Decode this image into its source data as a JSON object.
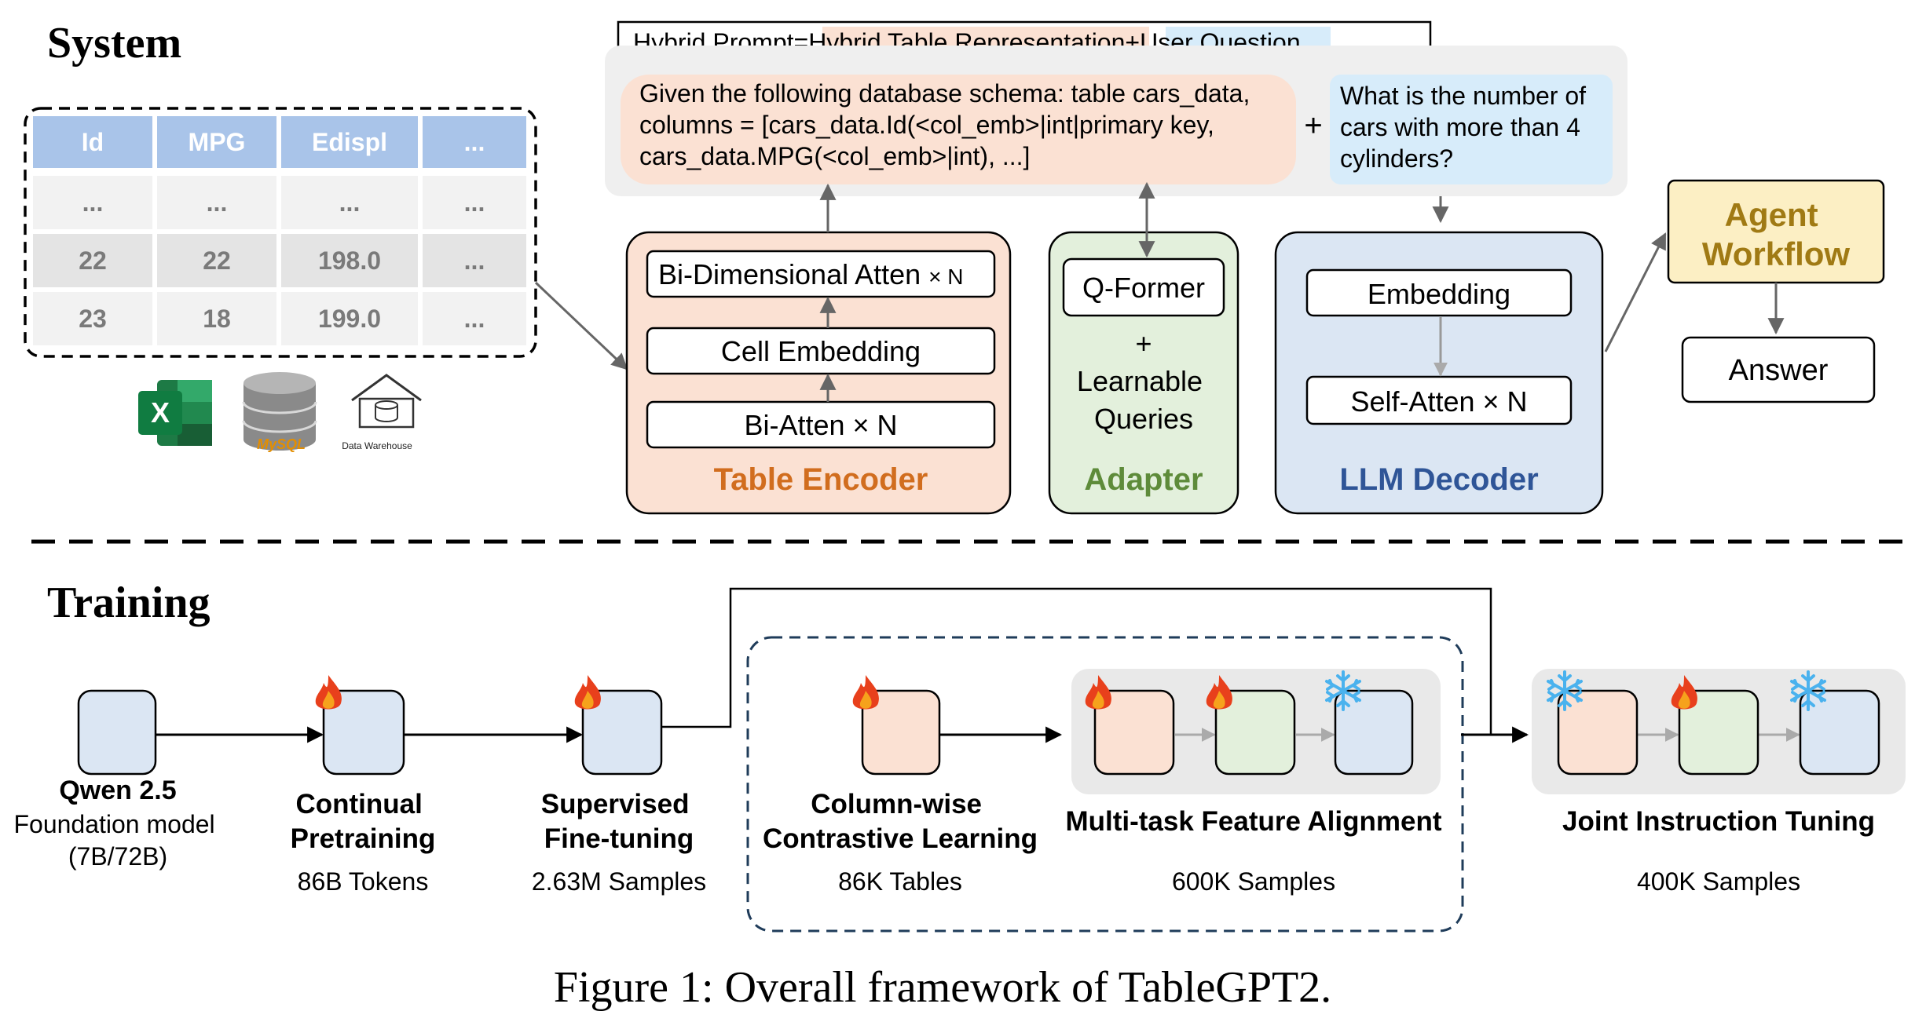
{
  "system": {
    "heading": "System",
    "table": {
      "headers": [
        "Id",
        "MPG",
        "Edispl",
        "..."
      ],
      "rows": [
        [
          "...",
          "...",
          "...",
          "..."
        ],
        [
          "22",
          "22",
          "198.0",
          "..."
        ],
        [
          "23",
          "18",
          "199.0",
          "..."
        ]
      ]
    },
    "sources": {
      "excel_letter": "X",
      "mysql_label": "MySQL",
      "warehouse_label": "Data Warehouse"
    },
    "hybrid_prompt": {
      "prefix": "Hybrid Prompt=",
      "table_part": "Hybrid Table Representation",
      "plus": "+",
      "question_part": "User Question"
    },
    "schema_text": [
      "Given the following database schema: table cars_data,",
      "columns = [cars_data.Id(<col_emb>|int|primary key,",
      "cars_data.MPG(<col_emb>|int), ...]"
    ],
    "plus_sign": "+",
    "question_text": [
      "What is the number of",
      "cars with more than 4",
      "cylinders?"
    ],
    "table_encoder": {
      "title": "Table Encoder",
      "layers": [
        "Bi-Dimensional Atten",
        "Cell Embedding",
        "Bi-Atten × N"
      ],
      "top_suffix": "× N"
    },
    "adapter": {
      "title": "Adapter",
      "qformer": "Q-Former",
      "plus": "+",
      "queries": [
        "Learnable",
        "Queries"
      ]
    },
    "llm_decoder": {
      "title": "LLM Decoder",
      "layers": [
        "Embedding",
        "Self-Atten × N"
      ]
    },
    "agent_workflow": [
      "Agent",
      "Workflow"
    ],
    "answer": "Answer"
  },
  "training": {
    "heading": "Training",
    "stages": [
      {
        "name": [
          "Qwen 2.5"
        ],
        "desc": [
          "Foundation model",
          "(7B/72B)"
        ]
      },
      {
        "name": [
          "Continual",
          "Pretraining"
        ],
        "desc": [
          "86B Tokens"
        ]
      },
      {
        "name": [
          "Supervised",
          "Fine-tuning"
        ],
        "desc": [
          "2.63M Samples"
        ]
      },
      {
        "name": [
          "Column-wise",
          "Contrastive Learning"
        ],
        "desc": [
          "86K Tables"
        ]
      },
      {
        "name": [
          "Multi-task Feature Alignment"
        ],
        "desc": [
          "600K Samples"
        ]
      },
      {
        "name": [
          "Joint Instruction Tuning"
        ],
        "desc": [
          "400K Samples"
        ]
      }
    ]
  },
  "caption": "Figure 1: Overall framework of TableGPT2.",
  "colors": {
    "orange_fill": "#fbe1d3",
    "orange_title": "#d16d1e",
    "green_fill": "#e3f0dc",
    "green_title": "#5e8b3a",
    "blue_fill": "#dbe6f3",
    "blue_title": "#2f5597",
    "table_header": "#a9c4e9",
    "agent_fill": "#fcefc4",
    "agent_title": "#a07a14",
    "question_fill": "#d7ecfa",
    "panel_gray": "#efefef",
    "excel_green": "#1d7a45",
    "db_gray": "#8a8a8a",
    "flame": "#e8401c",
    "snow": "#4ab2ee"
  }
}
